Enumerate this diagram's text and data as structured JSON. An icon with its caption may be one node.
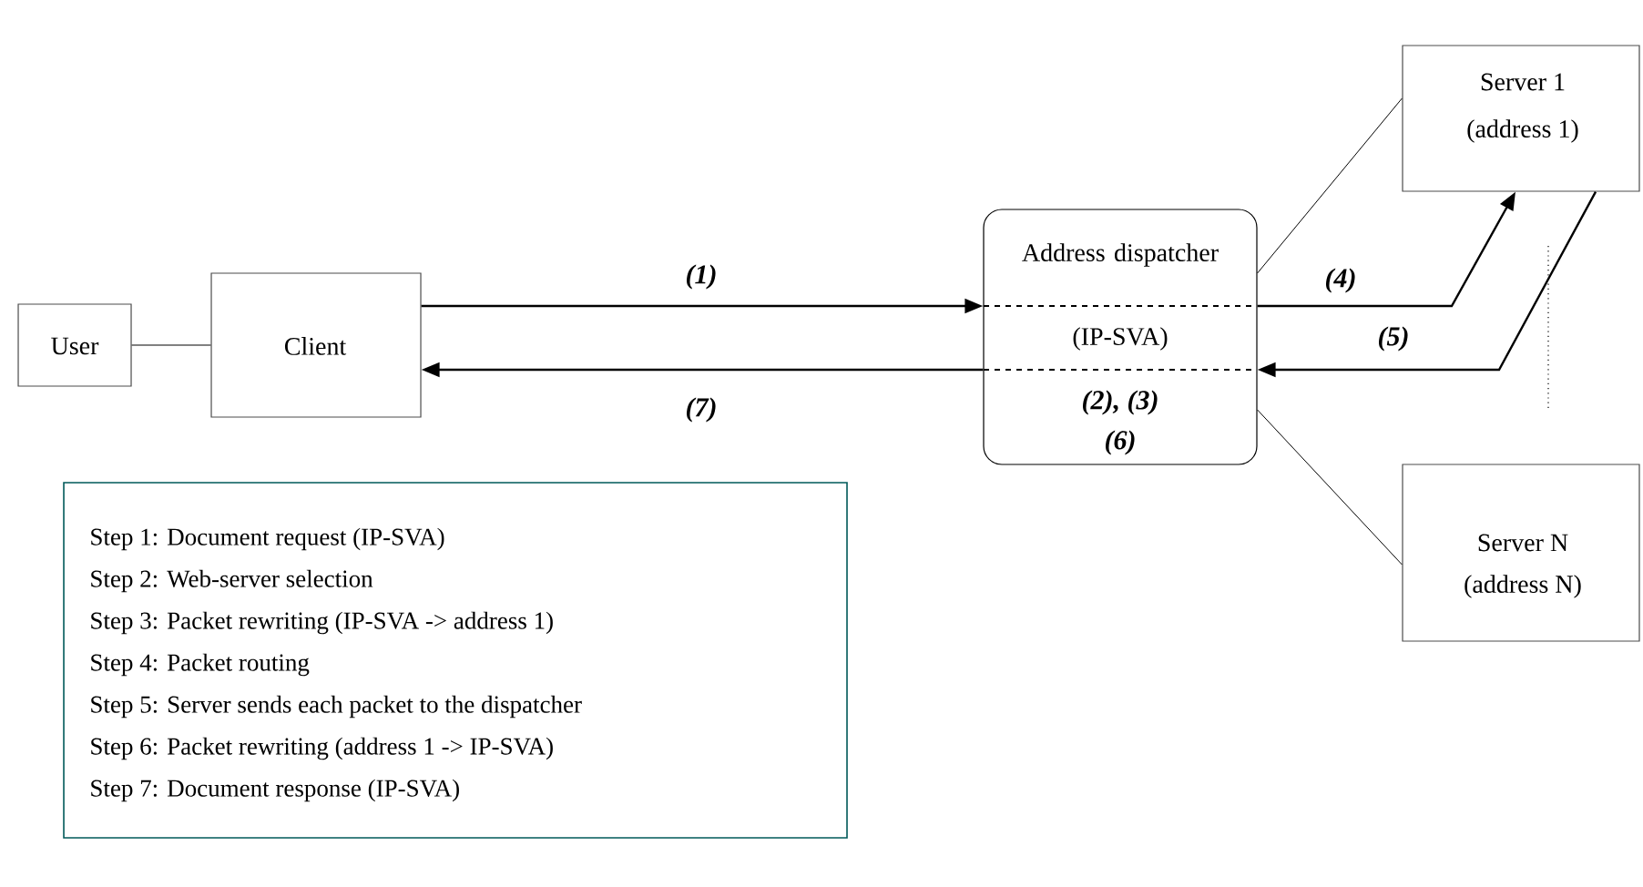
{
  "diagram": {
    "nodes": [
      {
        "text": [
          "User"
        ]
      },
      {
        "text": [
          "Client"
        ]
      },
      {
        "text": [
          "Address dispatcher",
          "(IP-SVA)",
          "(2), (3)",
          "(6)"
        ]
      },
      {
        "text": [
          "Server 1",
          "(address 1)"
        ]
      },
      {
        "text": [
          "Server N",
          "(address N)"
        ]
      },
      {
        "text": [
          "Step 1: Document request (IP-SVA)",
          "Step 2: Web-server selection",
          "Step 3: Packet rewriting (IP-SVA -> address 1)",
          "Step 4: Packet routing",
          "Step 5: Server sends each packet to the dispatcher",
          "Step 6: Packet rewriting (address 1 -> IP-SVA)",
          "Step 7: Document response (IP-SVA)"
        ]
      }
    ],
    "edges": [
      {
        "from": 0,
        "to": 1,
        "arrow": "none"
      },
      {
        "from": 1,
        "to": 2,
        "arrow": "to",
        "label": "(1)"
      },
      {
        "from": 2,
        "to": 3,
        "arrow": "to",
        "label": "(4)"
      },
      {
        "from": 3,
        "to": 2,
        "arrow": "to",
        "label": "(5)"
      },
      {
        "from": 2,
        "to": 1,
        "arrow": "to",
        "label": "(7)"
      },
      {
        "from": 2,
        "to": 3,
        "arrow": "none"
      },
      {
        "from": 2,
        "to": 4,
        "arrow": "none"
      }
    ]
  }
}
